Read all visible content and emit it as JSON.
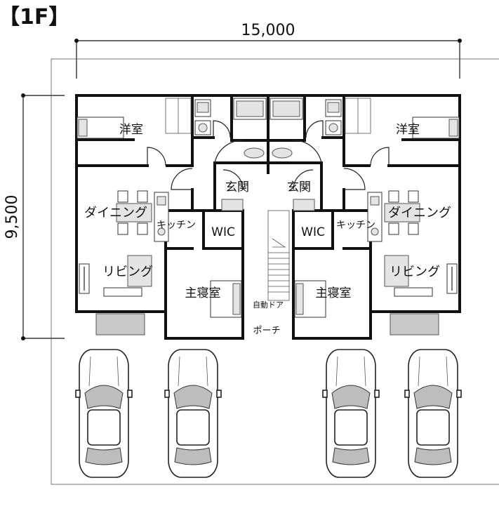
{
  "floor_label": "【1F】",
  "dimensions": {
    "width": "15,000",
    "depth": "9,500"
  },
  "rooms": {
    "left": {
      "western_room": "洋室",
      "entrance": "玄関",
      "dining": "ダイニング",
      "kitchen": "キッチン",
      "wic": "WIC",
      "living": "リビング",
      "master_bedroom": "主寝室"
    },
    "right": {
      "western_room": "洋室",
      "entrance": "玄関",
      "dining": "ダイニング",
      "kitchen": "キッチン",
      "wic": "WIC",
      "living": "リビング",
      "master_bedroom": "主寝室"
    }
  },
  "common": {
    "auto_door": "自動ドア",
    "porch": "ポーチ"
  },
  "parking": {
    "car_count": 4
  }
}
